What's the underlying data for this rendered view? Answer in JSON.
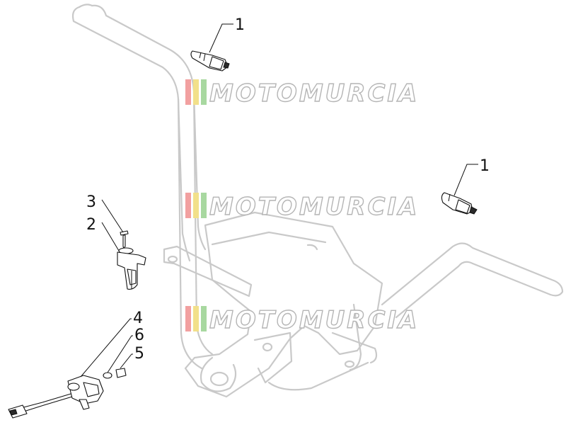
{
  "callouts": {
    "c1a": "1",
    "c1b": "1",
    "c2": "2",
    "c3": "3",
    "c4": "4",
    "c5": "5",
    "c6": "6"
  },
  "watermark": {
    "text": "MOTOMURCIA",
    "bar_colors": [
      "#f2a0a0",
      "#f2e08a",
      "#a8d8a0"
    ]
  },
  "colors": {
    "ghost_frame": "#c9c9c9",
    "line_art": "#111111"
  }
}
